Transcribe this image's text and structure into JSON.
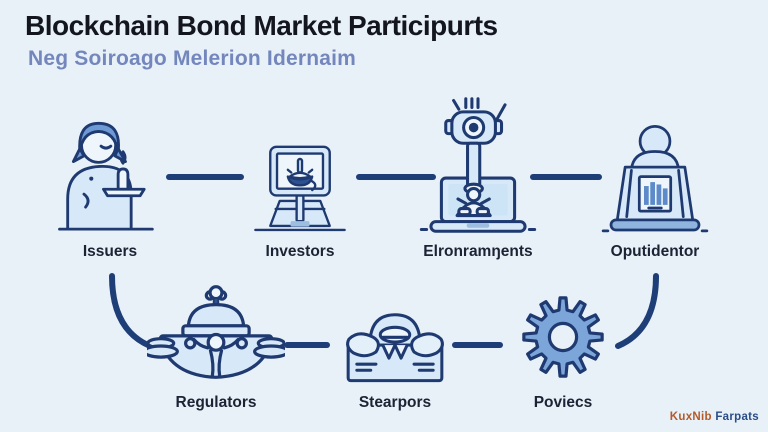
{
  "header": {
    "title": "Blockchain Bond Market Participurts",
    "subtitle": "Neg Soiroago Melerion Idernaim"
  },
  "palette": {
    "background": "#e8f0f8",
    "title_color": "#14161f",
    "subtitle_color": "#7487bd",
    "icon_outline": "#1f3a70",
    "icon_fill_light": "#d7e9f8",
    "icon_fill_mid": "#6d99d4",
    "connector_color": "#1e3e78",
    "label_color": "#1b2334"
  },
  "nodes": {
    "top_row": [
      {
        "label": "Issuers",
        "icon": "issuer-person-icon"
      },
      {
        "label": "Investors",
        "icon": "investor-monitor-icon"
      },
      {
        "label": "Elronramŋents",
        "icon": "environment-laptop-robot-icon"
      },
      {
        "label": "Oputidentor",
        "icon": "operator-podium-icon"
      }
    ],
    "bottom_row": [
      {
        "label": "Regulators",
        "icon": "regulator-saucer-icon"
      },
      {
        "label": "Stearpors",
        "icon": "stearpors-ledger-icon"
      },
      {
        "label": "Poviecs",
        "icon": "services-gear-icon"
      }
    ]
  },
  "watermark": {
    "word1": "KuxNib",
    "word2": "Farpats"
  }
}
